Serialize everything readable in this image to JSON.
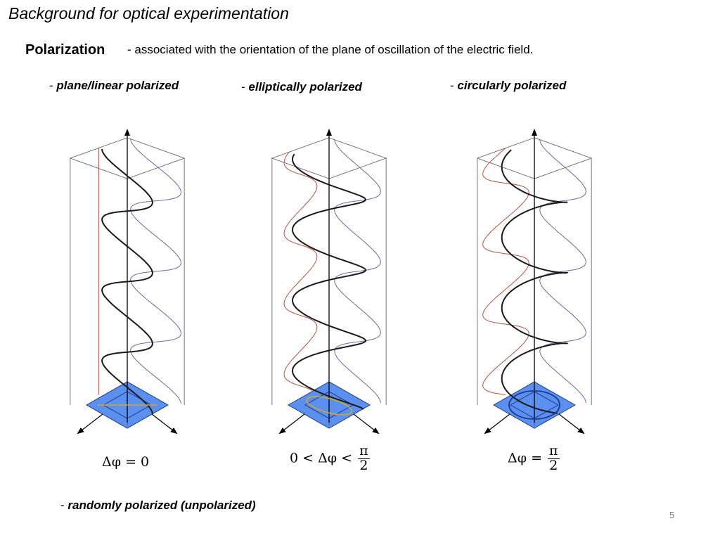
{
  "title": "Background for optical experimentation",
  "section": {
    "heading": "Polarization",
    "description": "- associated with the orientation of the plane of oscillation of the electric field."
  },
  "types": [
    {
      "dash": "- ",
      "label": "plane/linear polarized",
      "formula": "Δφ = 0"
    },
    {
      "dash": "- ",
      "label": "elliptically polarized",
      "formula_left": "0 < Δφ <",
      "frac_num": "π",
      "frac_den": "2"
    },
    {
      "dash": "- ",
      "label": "circularly polarized",
      "formula_left": "Δφ =",
      "frac_num": "π",
      "frac_den": "2"
    }
  ],
  "random": {
    "dash": "- ",
    "label": "randomly polarized (unpolarized)"
  },
  "page_number": "5",
  "colors": {
    "plate": "#5b8ff0",
    "plate_edge": "#1a3a8c",
    "wave_red": "#b5524a",
    "wave_blue": "#6a6a9c",
    "wave_main": "#1a1a1a",
    "ellipse": "#d4a821"
  }
}
